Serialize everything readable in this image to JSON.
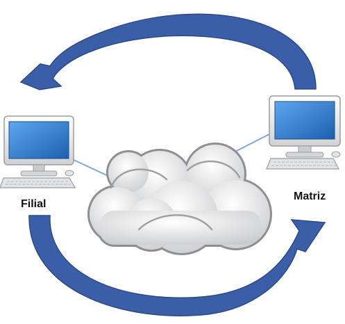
{
  "nodes": {
    "filial": {
      "label": "Filial",
      "icon": "desktop-computer-icon"
    },
    "matriz": {
      "label": "Matriz",
      "icon": "desktop-computer-icon"
    }
  },
  "network": {
    "icon": "cloud-icon"
  },
  "arrows": {
    "top": {
      "from": "matriz",
      "to": "filial",
      "icon": "curved-arrow-icon"
    },
    "bottom": {
      "from": "filial",
      "to": "matriz",
      "icon": "curved-arrow-icon"
    }
  },
  "colors": {
    "arrow_fill": "#3a5fa8",
    "arrow_stroke": "#2c4a86",
    "connector_line": "#7fa9d8",
    "cloud_fill": "#d9dadb",
    "cloud_stroke": "#8e8f92",
    "screen": "#2e76c9",
    "monitor_frame": "#e9eaeb"
  }
}
